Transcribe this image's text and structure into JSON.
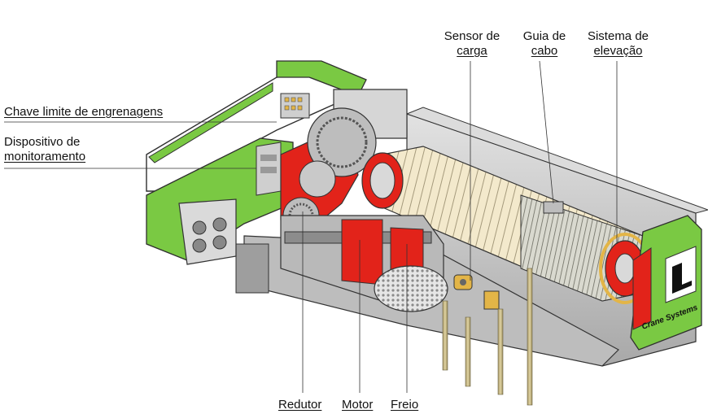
{
  "labels": {
    "gear_limit_switch": "Chave limite de engrenagens",
    "monitoring_device_line1": "Dispositivo de",
    "monitoring_device_line2": "monitoramento",
    "load_sensor_line1": "Sensor de",
    "load_sensor_line2": "carga",
    "rope_guide_line1": "Guia de",
    "rope_guide_line2": "cabo",
    "hoist_system_line1": "Sistema de",
    "hoist_system_line2": "elevação",
    "reducer": "Redutor",
    "motor": "Motor",
    "brake": "Freio"
  },
  "logo": {
    "brand": "Crane Systems",
    "mark": "L"
  },
  "colors": {
    "frame_green": "#7ac943",
    "cutaway_red": "#e2231a",
    "housing_grey": "#c8c8c8",
    "drum_cream": "#f1e6c6"
  }
}
